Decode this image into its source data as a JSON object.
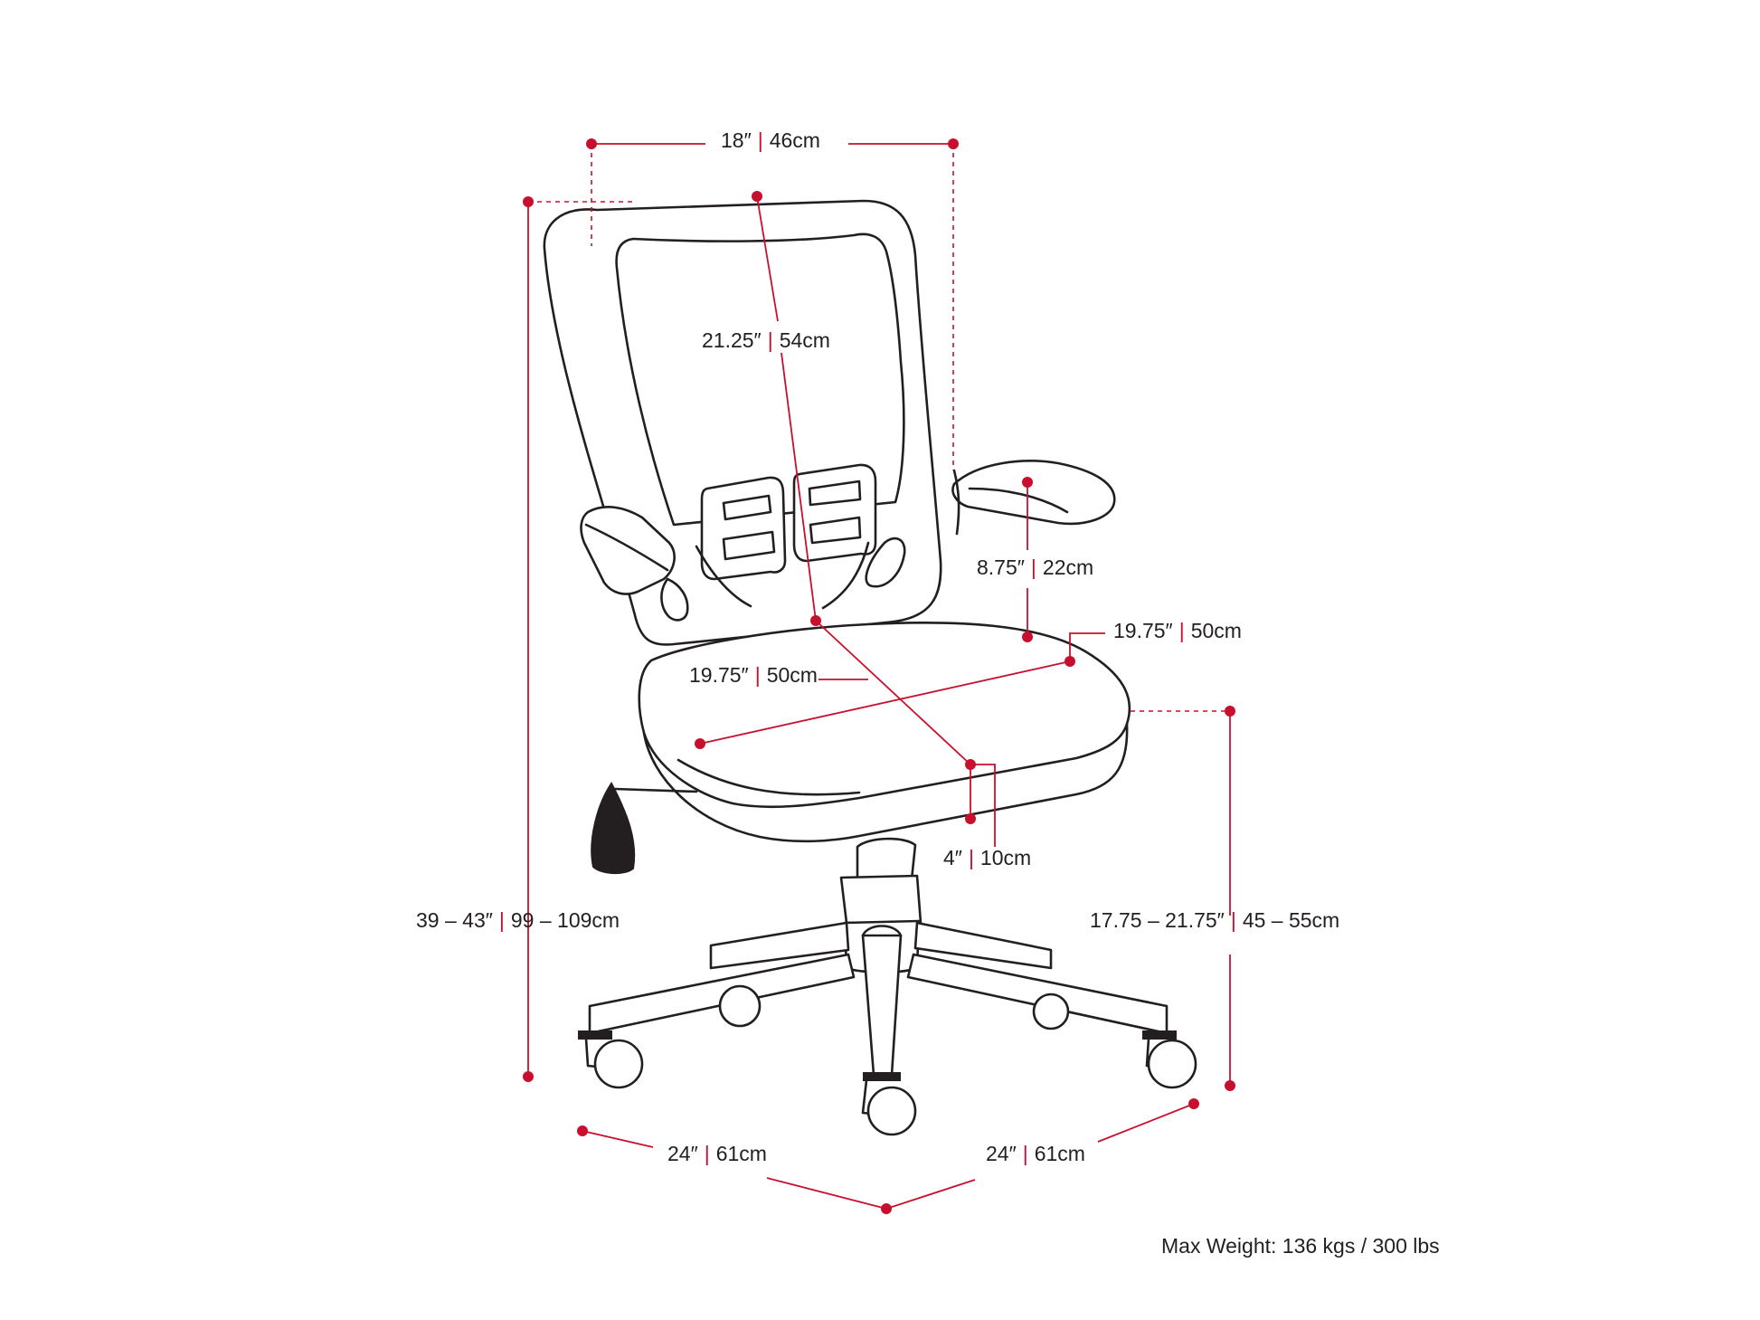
{
  "colors": {
    "dimension": "#c8102e",
    "outline": "#231f20",
    "background": "#ffffff"
  },
  "dimensions": {
    "backrest_width": {
      "imperial": "18″",
      "metric": "46cm"
    },
    "backrest_height": {
      "imperial": "21.25″",
      "metric": "54cm"
    },
    "armrest_height": {
      "imperial": "8.75″",
      "metric": "22cm"
    },
    "seat_width": {
      "imperial": "19.75″",
      "metric": "50cm"
    },
    "seat_depth": {
      "imperial": "19.75″",
      "metric": "50cm"
    },
    "seat_thickness": {
      "imperial": "4″",
      "metric": "10cm"
    },
    "overall_height": {
      "imperial": "39 – 43″",
      "metric": "99 – 109cm"
    },
    "seat_height": {
      "imperial": "17.75 – 21.75″",
      "metric": "45 – 55cm"
    },
    "base_width": {
      "imperial": "24″",
      "metric": "61cm"
    },
    "base_depth": {
      "imperial": "24″",
      "metric": "61cm"
    }
  },
  "max_weight": "Max Weight: 136 kgs / 300 lbs"
}
